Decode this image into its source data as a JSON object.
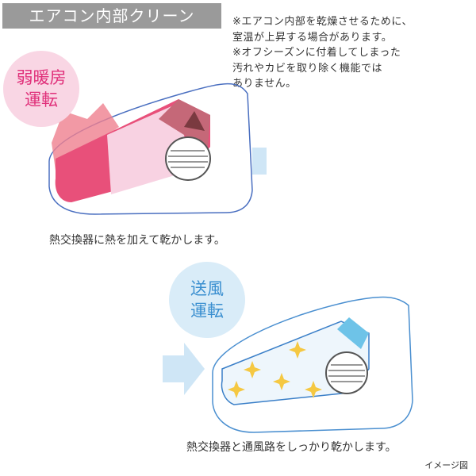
{
  "title": "エアコン内部クリーン",
  "notes": [
    "※エアコン内部を乾燥させるために、",
    "室温が上昇する場合があります。",
    "※オフシーズンに付着してしまった",
    "汚れやカビを取り除く機能では",
    "ありません。"
  ],
  "step1": {
    "badge_lines": [
      "弱暖房",
      "運転"
    ],
    "caption": "熱交換器に熱を加えて乾かします。",
    "color": "#e0307a"
  },
  "step2": {
    "badge_lines": [
      "送風",
      "運転"
    ],
    "caption": "熱交換器と通風路をしっかり乾かします。",
    "color": "#3a8fd0"
  },
  "image_note": "イメージ図"
}
